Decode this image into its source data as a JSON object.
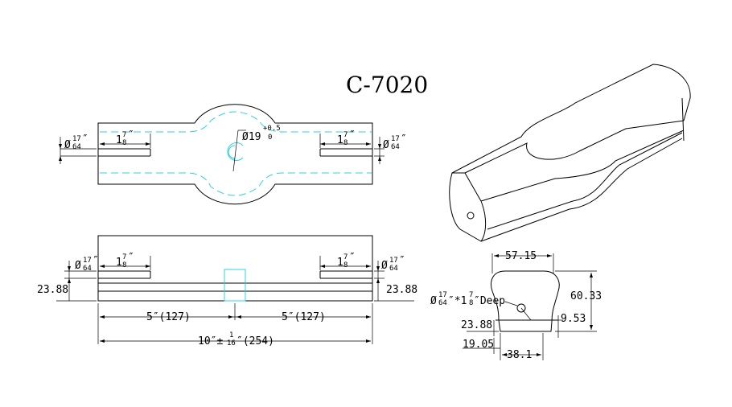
{
  "title": "C-7020",
  "top_view": {
    "hole_left": {
      "sym": "Ø",
      "num": "17",
      "den": "64",
      "unit": "″"
    },
    "hole_right": {
      "sym": "Ø",
      "num": "17",
      "den": "64",
      "unit": "″"
    },
    "depth_left": {
      "whole": "1",
      "num": "7",
      "den": "8",
      "unit": "″"
    },
    "depth_right": {
      "whole": "1",
      "num": "7",
      "den": "8",
      "unit": "″"
    },
    "center_bore": {
      "label": "Ø19",
      "tol_plus": "+0.5",
      "tol_minus": "0"
    }
  },
  "side_view": {
    "hole_left": {
      "sym": "Ø",
      "num": "17",
      "den": "64",
      "unit": "″"
    },
    "hole_right": {
      "sym": "Ø",
      "num": "17",
      "den": "64",
      "unit": "″"
    },
    "depth_left": {
      "whole": "1",
      "num": "7",
      "den": "8",
      "unit": "″"
    },
    "depth_right": {
      "whole": "1",
      "num": "7",
      "den": "8",
      "unit": "″"
    },
    "height_left": "23.88",
    "height_right": "23.88",
    "half_left": "5″(127)",
    "half_right": "5″(127)",
    "overall_prefix": "10″±",
    "overall_tol_num": "1",
    "overall_tol_den": "16",
    "overall_suffix": "″(254)"
  },
  "profile": {
    "width_top": "57.15",
    "height": "60.33",
    "hole_sym": "Ø",
    "hole_num": "17",
    "hole_den": "64",
    "hole_mid": "″*1",
    "depth_num": "7",
    "depth_den": "8",
    "depth_suffix": "″Deep",
    "left_height": "23.88",
    "right_height": "9.53",
    "left_offset": "19.05",
    "bottom_width": "38.1"
  }
}
